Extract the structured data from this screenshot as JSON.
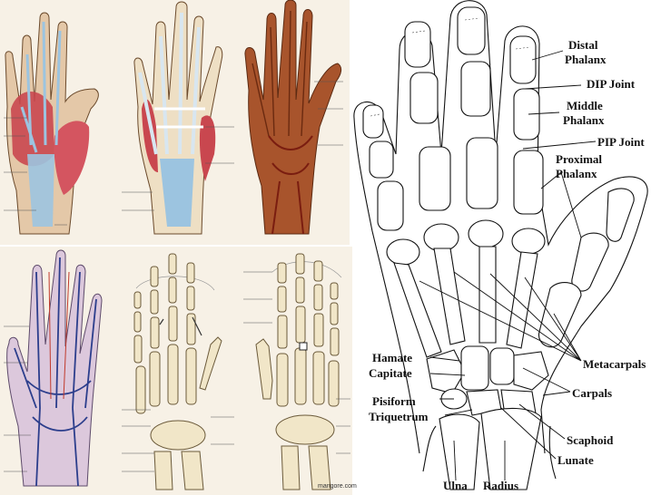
{
  "colors": {
    "background": "#ffffff",
    "line": "#111111",
    "muscle": "#c9474f",
    "tendon": "#9cc4e0",
    "bone": "#f1e6c8",
    "vein": "#2c3e8c",
    "skin": "#a8542c"
  },
  "illustrations": [
    "hand-muscles-illustration",
    "hand-tendons-illustration",
    "hand-arteries-illustration",
    "hand-veins-illustration",
    "hand-bones-ligaments-illustration",
    "hand-bones-joints-illustration"
  ],
  "credit": "mangore.com",
  "labels": {
    "distal_phalanx": [
      "Distal",
      "Phalanx"
    ],
    "dip_joint": "DIP Joint",
    "middle_phalanx": [
      "Middle",
      "Phalanx"
    ],
    "pip_joint": "PIP Joint",
    "proximal_phalanx": [
      "Proximal",
      "Phalanx"
    ],
    "hamate": "Hamate",
    "capitate": "Capitate",
    "pisiform": "Pisiform",
    "triquetrum": "Triquetrum",
    "metacarpals": "Metacarpals",
    "carpals": "Carpals",
    "scaphoid": "Scaphoid",
    "lunate": "Lunate",
    "ulna": "Ulna",
    "radius": "Radius"
  }
}
